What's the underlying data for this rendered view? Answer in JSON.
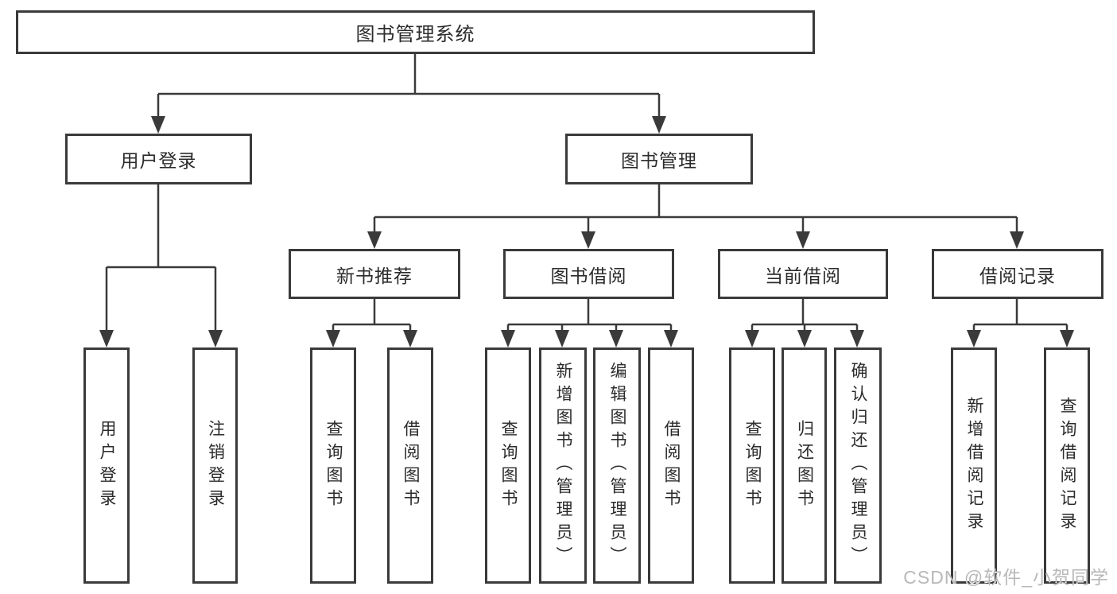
{
  "tree": {
    "label": "图书管理系统",
    "children": [
      {
        "label": "用户登录",
        "children": [
          {
            "label": "用户登录"
          },
          {
            "label": "注销登录"
          }
        ]
      },
      {
        "label": "图书管理",
        "children": [
          {
            "label": "新书推荐",
            "children": [
              {
                "label": "查询图书"
              },
              {
                "label": "借阅图书"
              }
            ]
          },
          {
            "label": "图书借阅",
            "children": [
              {
                "label": "查询图书"
              },
              {
                "label": "新增图书（管理员）"
              },
              {
                "label": "编辑图书（管理员）"
              },
              {
                "label": "借阅图书"
              }
            ]
          },
          {
            "label": "当前借阅",
            "children": [
              {
                "label": "查询图书"
              },
              {
                "label": "归还图书"
              },
              {
                "label": "确认归还（管理员）"
              }
            ]
          },
          {
            "label": "借阅记录",
            "children": [
              {
                "label": "新增借阅记录"
              },
              {
                "label": "查询借阅记录"
              }
            ]
          }
        ]
      }
    ]
  },
  "watermark": {
    "text": "CSDN @软件_小贺同学"
  },
  "colors": {
    "line": "#3a3a3a",
    "border": "#3a3a3a",
    "text": "#2b2b2b",
    "watermark": "#b8b8b8",
    "background": "#ffffff"
  }
}
